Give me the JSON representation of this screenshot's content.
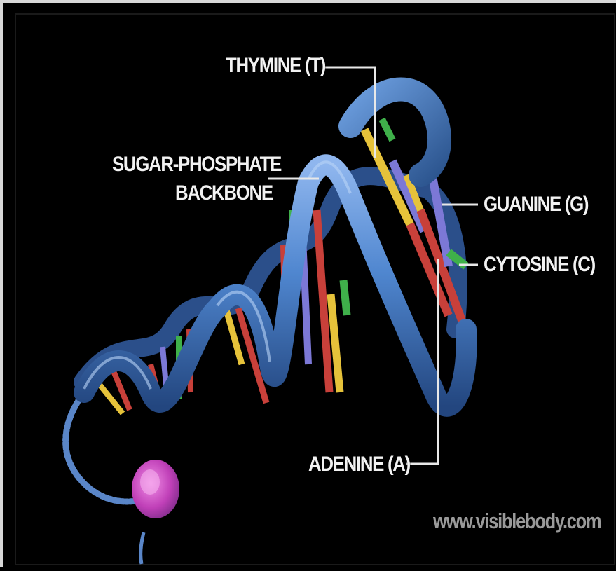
{
  "labels": {
    "thymine": "THYMINE (T)",
    "backbone_line1": "SUGAR-PHOSPHATE",
    "backbone_line2": "BACKBONE",
    "guanine": "GUANINE (G)",
    "cytosine": "CYTOSINE (C)",
    "adenine": "ADENINE (A)"
  },
  "watermark": "www.visiblebody.com",
  "colors": {
    "background": "#000000",
    "frame_outer": "#d8d8d8",
    "ribbon": "#4f86cf",
    "ribbon_edge": "#2a4f8f",
    "thymine": "#e6c23a",
    "adenine": "#c8403a",
    "guanine": "#7c78d6",
    "cytosine": "#3fb04a",
    "nucleus": "#c040b8"
  }
}
